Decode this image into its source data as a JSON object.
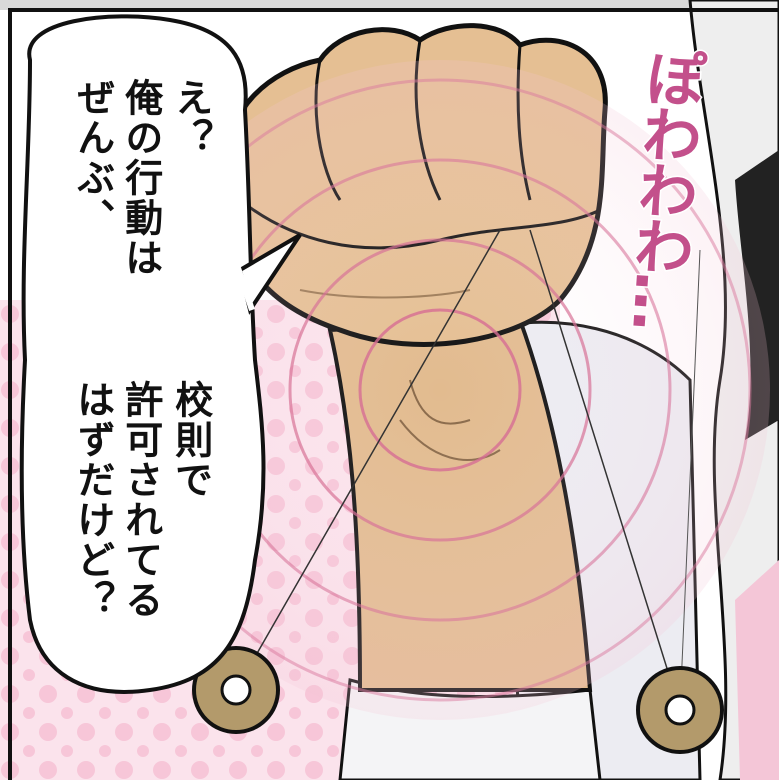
{
  "speech_bubble": {
    "lines": [
      "え？",
      "俺の行動は",
      "ぜんぶ、",
      "校則で",
      "許可されてる",
      "はずだけど？"
    ]
  },
  "sound_effect": {
    "text": "ぽわわわ…",
    "color": "#c3508b"
  },
  "colors": {
    "skin": "#e2bb8f",
    "ring": "#d4668f",
    "background_pink": "#f7c9d9",
    "coin": "#b39a6b"
  }
}
